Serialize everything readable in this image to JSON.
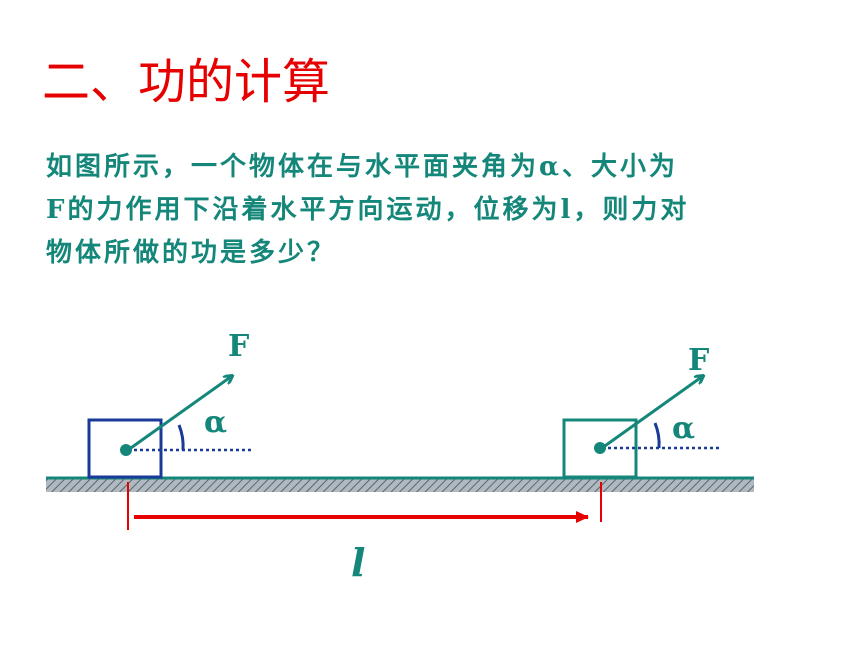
{
  "slide": {
    "title": "二、功的计算",
    "paragraph_lines": [
      "如图所示，一个物体在与水平面夹角为α、大小为",
      "F的力作用下沿着水平方向运动，位移为l，则力对",
      "物体所做的功是多少？"
    ]
  },
  "diagram": {
    "force_label_left": "F",
    "force_label_right": "F",
    "angle_label_left": "α",
    "angle_label_right": "α",
    "displacement_label": "l"
  },
  "colors": {
    "title": "#e60000",
    "text": "#15877a",
    "block_left": "#1a3a9a",
    "block_right": "#15877a",
    "ground": "#15877a",
    "displacement_arrow": "#e60000",
    "angle_arc": "#1a3a9a"
  }
}
